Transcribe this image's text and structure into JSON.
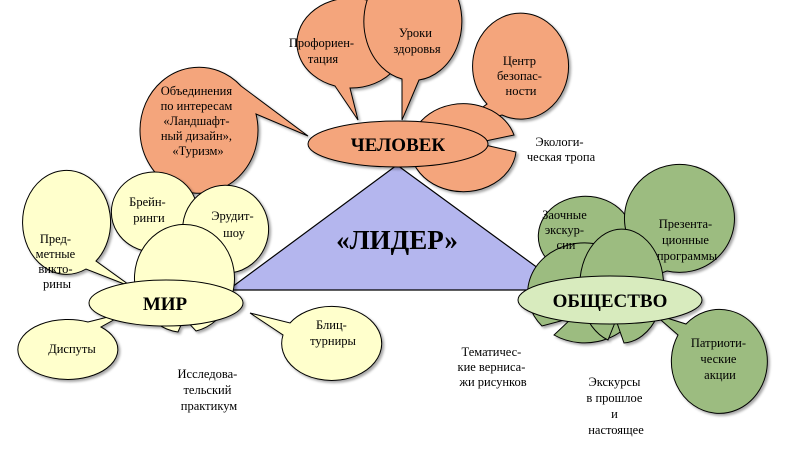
{
  "center_label": "«ЛИДЕР»",
  "colors": {
    "triangle_fill": "#b4b6ee",
    "chelovek_fill": "#f4a57c",
    "mir_fill": "#ffffcc",
    "obshchestvo_fill": "#9cbc80",
    "obshchestvo_hub_fill": "#d8ebbe",
    "stroke": "#000000"
  },
  "groups": {
    "chelovek": {
      "label": "ЧЕЛОВЕК",
      "items": [
        [
          "Объединения",
          "по интересам",
          "«Ландшафт-",
          "ный дизайн»,",
          "«Туризм»"
        ],
        [
          "Профориен-",
          "тация"
        ],
        [
          "Уроки",
          "здоровья"
        ],
        [
          "Центр",
          "безопас-",
          "ности"
        ],
        [
          "Экологи-",
          "ческая тропа"
        ]
      ]
    },
    "mir": {
      "label": "МИР",
      "items": [
        [
          "Пред-",
          "метные",
          "викто-",
          "рины"
        ],
        [
          "Брейн-",
          "ринги"
        ],
        [
          "Эрудит-",
          "шоу"
        ],
        [
          "Диспуты"
        ],
        [
          "Исследова-",
          "тельский",
          "практикум"
        ],
        [
          "Блиц-",
          "турниры"
        ]
      ]
    },
    "obshchestvo": {
      "label": "ОБЩЕСТВО",
      "items": [
        [
          "Заочные",
          "экскур-",
          "сии"
        ],
        [
          "Презента-",
          "ционные",
          "программы"
        ],
        [
          "Тематичес-",
          "кие верниса-",
          "жи рисунков"
        ],
        [
          "Экскурсы",
          "в прошлое",
          "и",
          "настоящее"
        ],
        [
          "Патриоти-",
          "ческие",
          "акции"
        ]
      ]
    }
  }
}
